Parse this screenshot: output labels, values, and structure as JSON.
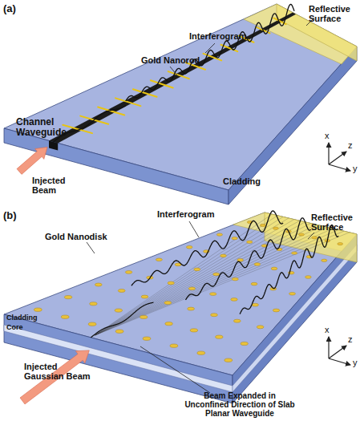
{
  "diagram": {
    "labels": [
      "(a)",
      "Reflective Surface",
      "Interferogram",
      "Gold Nanorod",
      "Channel Waveguide",
      "Injected Beam",
      "Cladding",
      "x",
      "z",
      "y",
      "(b)",
      "Interferogram",
      "Reflective Surface",
      "Gold Nanodisk",
      "Cladding",
      "Core",
      "Injected Gaussian Beam",
      "Beam Expanded in Unconfined Direction of Slab Planar Waveguide",
      "x",
      "z",
      "y"
    ]
  }
}
